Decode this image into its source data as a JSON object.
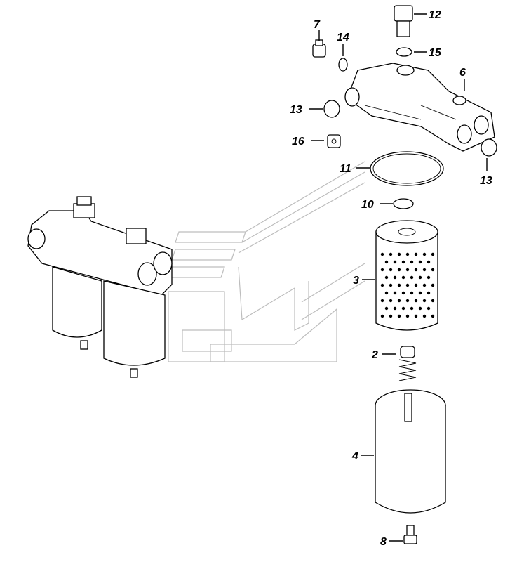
{
  "diagram": {
    "callouts": {
      "c12": "12",
      "c7": "7",
      "c14": "14",
      "c15": "15",
      "c6": "6",
      "c13a": "13",
      "c13b": "13",
      "c16": "16",
      "c11": "11",
      "c10": "10",
      "c3": "3",
      "c2": "2",
      "c4": "4",
      "c8": "8"
    }
  }
}
